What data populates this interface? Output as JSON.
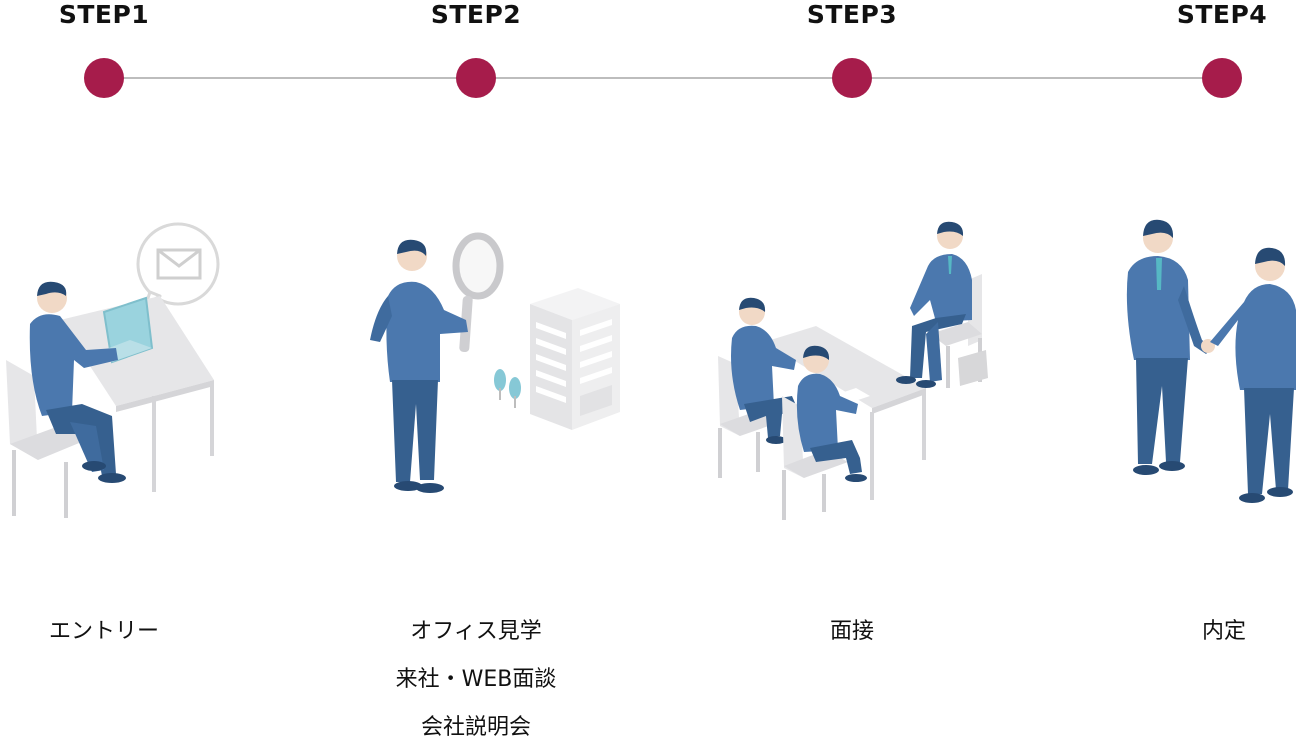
{
  "colors": {
    "accent": "#a61c4b",
    "line": "#bdbdbd",
    "suit": "#4b78ae",
    "suit_dark": "#36608f",
    "furniture": "#e6e6e8",
    "screen": "#9ad3de"
  },
  "steps": [
    {
      "label": "STEP1",
      "caption": [
        "エントリー"
      ],
      "illustration": "person-at-laptop-with-mail-icon"
    },
    {
      "label": "STEP2",
      "caption": [
        "オフィス見学",
        "来社・WEB面談",
        "会社説明会"
      ],
      "illustration": "person-with-magnifier-and-building"
    },
    {
      "label": "STEP3",
      "caption": [
        "面接"
      ],
      "illustration": "interview-table-scene"
    },
    {
      "label": "STEP4",
      "caption": [
        "内定"
      ],
      "illustration": "two-people-shaking-hands"
    }
  ]
}
